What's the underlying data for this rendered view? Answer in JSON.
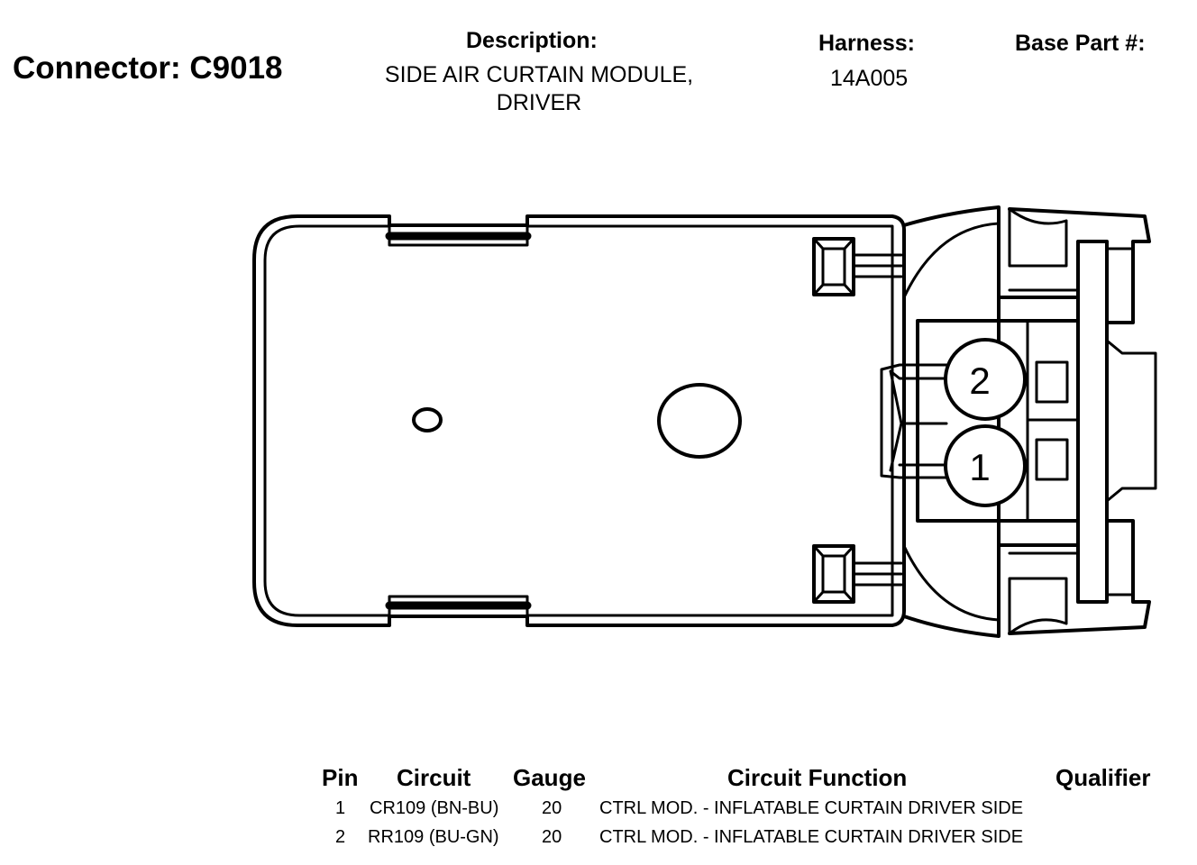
{
  "header": {
    "connector_label": "Connector: C9018",
    "description_label": "Description:",
    "description_line1": "SIDE AIR CURTAIN MODULE,",
    "description_line2": "DRIVER",
    "harness_label": "Harness:",
    "harness_value": "14A005",
    "base_part_label": "Base Part #:",
    "base_part_value": ""
  },
  "diagram": {
    "pin_labels": [
      "2",
      "1"
    ]
  },
  "table": {
    "headers": {
      "pin": "Pin",
      "circuit": "Circuit",
      "gauge": "Gauge",
      "function": "Circuit Function",
      "qualifier": "Qualifier"
    },
    "rows": [
      {
        "pin": "1",
        "circuit": "CR109 (BN-BU)",
        "gauge": "20",
        "function": "CTRL MOD. - INFLATABLE CURTAIN DRIVER SIDE",
        "qualifier": ""
      },
      {
        "pin": "2",
        "circuit": "RR109 (BU-GN)",
        "gauge": "20",
        "function": "CTRL MOD. - INFLATABLE CURTAIN DRIVER SIDE",
        "qualifier": ""
      }
    ]
  }
}
